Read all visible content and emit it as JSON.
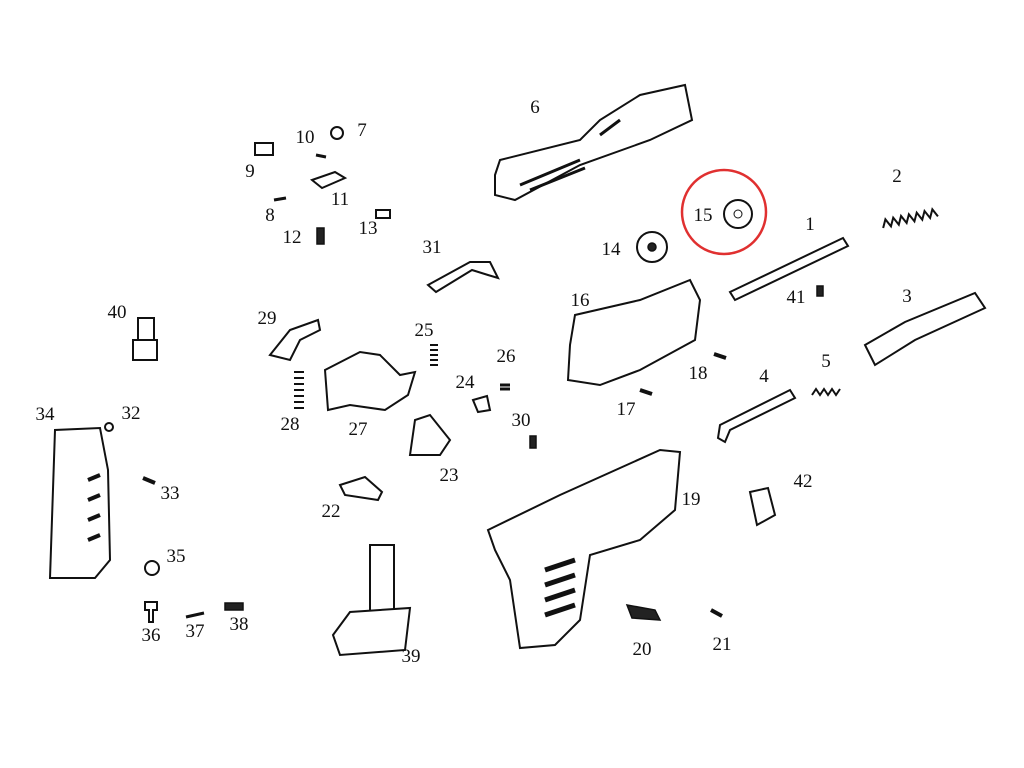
{
  "diagram": {
    "type": "exploded-parts-diagram",
    "highlight_color": "#e03030",
    "highlighted_part": "15",
    "labels": [
      "1",
      "2",
      "3",
      "4",
      "5",
      "6",
      "7",
      "8",
      "9",
      "10",
      "11",
      "12",
      "13",
      "14",
      "15",
      "16",
      "17",
      "18",
      "19",
      "20",
      "21",
      "22",
      "23",
      "24",
      "25",
      "26",
      "27",
      "28",
      "29",
      "30",
      "31",
      "32",
      "33",
      "34",
      "35",
      "36",
      "37",
      "38",
      "39",
      "40",
      "41",
      "42"
    ]
  }
}
